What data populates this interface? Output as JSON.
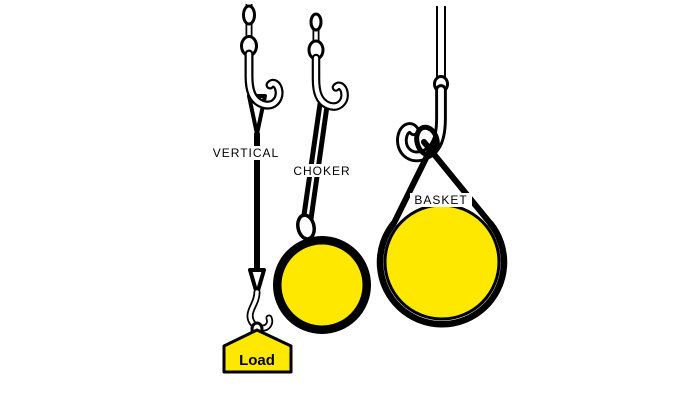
{
  "diagram": {
    "type": "sling-hitch-types",
    "labels": {
      "vertical": "VERTICAL",
      "choker": "CHOKER",
      "basket": "BASKET",
      "load": "Load"
    },
    "colors": {
      "load_fill": "#FFE800",
      "outline": "#000000",
      "background": "#FFFFFF"
    }
  }
}
